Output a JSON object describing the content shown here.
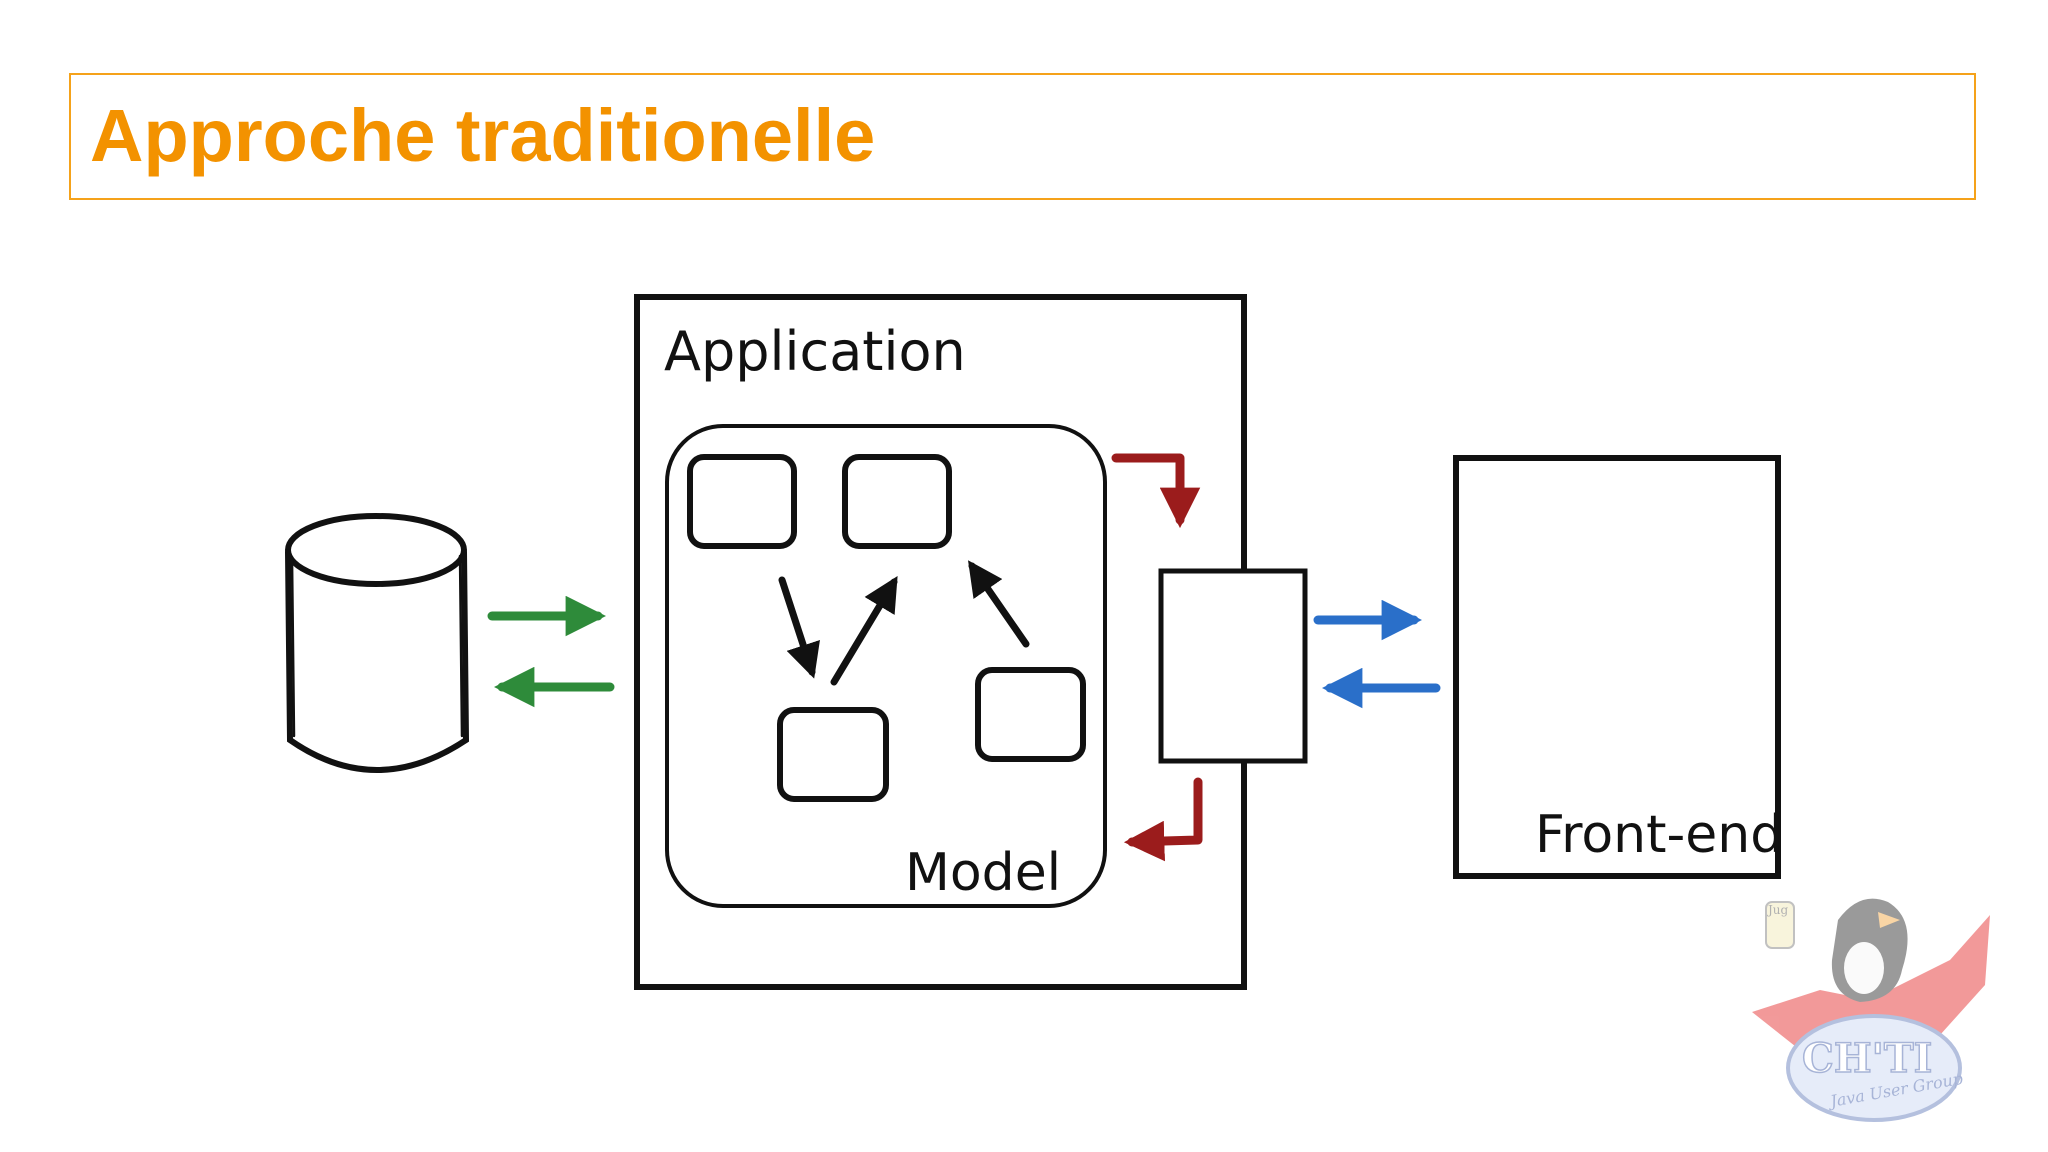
{
  "slide": {
    "title": "Approche traditionelle"
  },
  "diagram": {
    "application_label": "Application",
    "model_label": "Model",
    "frontend_label": "Front-end"
  },
  "logo": {
    "text_main": "CH'TI",
    "text_sub": "Java User Group",
    "text_mug": "Jug"
  },
  "colors": {
    "title": "#f39200",
    "title_border": "#f5a21a",
    "db_arrows": "#2e8b3a",
    "model_arrows": "#9b1c1c",
    "frontend_arrows": "#2a6fc9",
    "ink": "#111111"
  }
}
